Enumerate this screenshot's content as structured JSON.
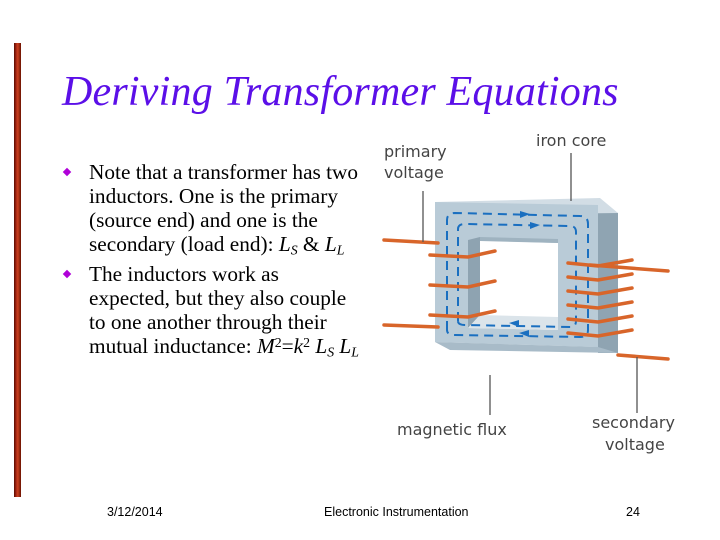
{
  "slide": {
    "title": "Deriving Transformer Equations",
    "accent_colors": {
      "title": "#5b0fe8",
      "bullet": "#b000d8",
      "left_bar": "#a0281a",
      "coil": "#d8652a",
      "core": "#b8cad6",
      "flux": "#1a6fc0"
    },
    "bullets": [
      {
        "text": "Note that a transformer has two inductors. One is the primary (source end) and one is the secondary (load end): ",
        "math": {
          "L1": "L",
          "L1_sub": "S",
          "amp": " & ",
          "L2": "L",
          "L2_sub": "L"
        }
      },
      {
        "text": "The inductors work as expected, but they also couple to one another through their mutual inductance: ",
        "math": {
          "M": "M",
          "M_sup": "2",
          "eq": "=",
          "k": "k",
          "k_sup": "2",
          "L1": " L",
          "L1_sub": "S",
          "L2": " L",
          "L2_sub": "L"
        }
      }
    ],
    "figure": {
      "labels": {
        "primary_line1": "primary",
        "primary_line2": "voltage",
        "iron_core": "iron core",
        "magnetic_flux": "magnetic flux",
        "secondary_line1": "secondary",
        "secondary_line2": "voltage"
      }
    }
  },
  "footer": {
    "date": "3/12/2014",
    "center": "Electronic Instrumentation",
    "page": "24"
  }
}
